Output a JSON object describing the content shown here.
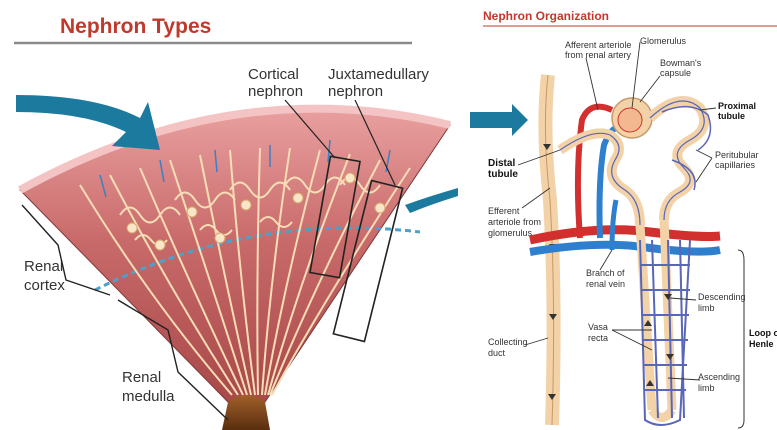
{
  "left_panel": {
    "title": "Nephron Types",
    "labels": {
      "cortical_1": "Cortical",
      "cortical_2": "nephron",
      "juxta_1": "Juxtamedullary",
      "juxta_2": "nephron",
      "cortex_1": "Renal",
      "cortex_2": "cortex",
      "medulla_1": "Renal",
      "medulla_2": "medulla"
    }
  },
  "right_panel": {
    "title": "Nephron Organization",
    "labels": {
      "afferent_1": "Afferent arteriole",
      "afferent_2": "from renal artery",
      "glomerulus": "Glomerulus",
      "bowman_1": "Bowman's",
      "bowman_2": "capsule",
      "proximal_1": "Proximal",
      "proximal_2": "tubule",
      "peritubular_1": "Peritubular",
      "peritubular_2": "capillaries",
      "distal_1": "Distal",
      "distal_2": "tubule",
      "efferent_1": "Efferent",
      "efferent_2": "arteriole from",
      "efferent_3": "glomerulus",
      "branch_1": "Branch of",
      "branch_2": "renal vein",
      "descending_1": "Descending",
      "descending_2": "limb",
      "collecting_1": "Collecting",
      "collecting_2": "duct",
      "vasa_1": "Vasa",
      "vasa_2": "recta",
      "loop_1": "Loop o",
      "loop_2": "Henle",
      "ascending_1": "Ascending",
      "ascending_2": "limb"
    }
  },
  "colors": {
    "title": "#c0392b",
    "arrow": "#1b7a9e",
    "tissue": "#c96a6a",
    "tubule": "#f2d2a6",
    "artery": "#d22f2f",
    "vein": "#2f7fcf",
    "capillary": "#5a66b8"
  }
}
